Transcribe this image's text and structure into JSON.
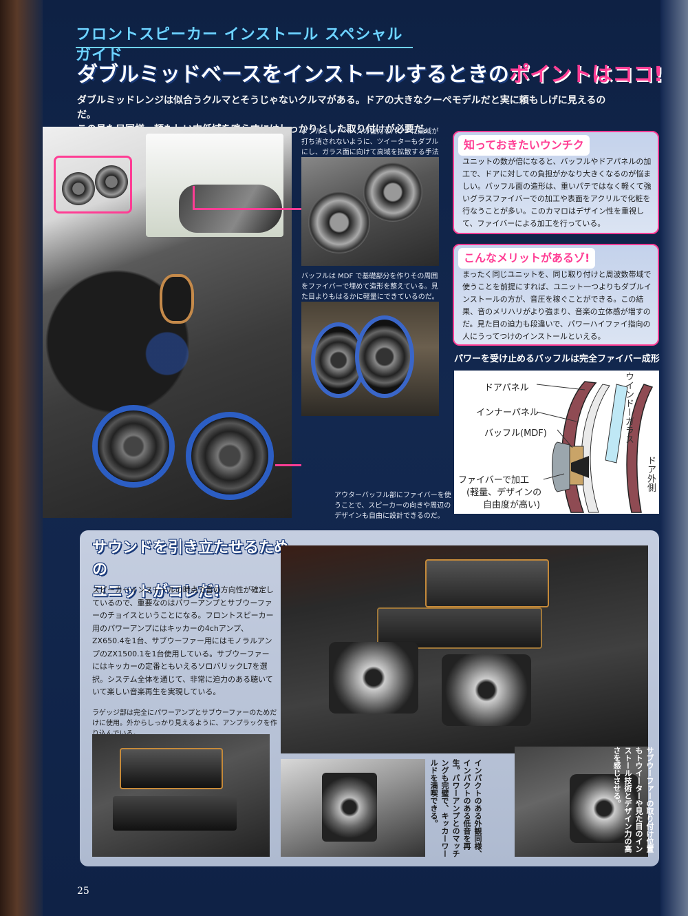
{
  "series_title": "フロントスピーカー インストール スペシャルガイド",
  "headline": {
    "main": "ダブルミッドベースをインストールするときの",
    "accent": "ポイントはココ!"
  },
  "lead": [
    "ダブルミッドレンジは似合うクルマとそうじゃないクルマがある。ドアの大きなクーペモデルだと実に頼もしげに見えるのだ。",
    "この見た目同様、頼もしい中低域を鳴らすにはしっかりとした取り付けが必要だ。"
  ],
  "captions": {
    "tweeter": "ダブルミッドベースの強力なパワーに高域が打ち消されないように、ツイーターもダブルにし、ガラス面に向けて高域を拡散する手法をとる。",
    "baffle": "バッフルは MDF で基礎部分を作りその周囲をファイバーで埋めて造形を整えている。見た目よりもはるかに軽量にできているのだ。",
    "outer_baffle": "アウターバッフル部にファイバーを使うことで、スピーカーの向きや周辺のデザインも自由に設計できるのだ。"
  },
  "box1": {
    "title": "知っておきたいウンチク",
    "body": "ユニットの数が倍になると、バッフルやドアパネルの加工で、ドアに対しての負担がかなり大きくなるのが悩ましい。バッフル面の造形は、重いパテではなく軽くて強いグラスファイバーでの加工や表面をアクリルで化粧を行なうことが多い。このカマロはデザイン性を重視して、ファイバーによる加工を行っている。"
  },
  "box2": {
    "title": "こんなメリットがあるゾ!",
    "body": "まったく同じユニットを、同じ取り付けと周波数帯域で使うことを前提にすれば、ユニット一つよりもダブルインストールの方が、音圧を稼ぐことができる。この結果、音のメリハリがより強まり、音楽の立体感が増すのだ。見た目の迫力も段違いで、パワーハイファイ指向の人にうってつけのインストールといえる。"
  },
  "diagram": {
    "title": "パワーを受け止めるバッフルは完全ファイバー成形!",
    "door_panel": "ドアパネル",
    "inner_panel": "インナーパネル",
    "baffle_mdf": "バッフル(MDF)",
    "fiber": "ファイバーで加工",
    "fiber_note1": "(軽量、デザインの",
    "fiber_note2": "自由度が高い)",
    "window_glass": "ウインドーガラス",
    "door_outer": "ドア外側"
  },
  "panel": {
    "head1": "サウンドを引き立たせるための",
    "head2": "ユニットがコレだ!",
    "body": "スピーカーインストールの時点で音の方向性が確定しているので、重要なのはパワーアンプとサブウーファーのチョイスということになる。フロントスピーカー用のパワーアンプにはキッカーの4chアンプ、ZX650.4を1台、サブウーファー用にはモノラルアンプのZX1500.1を1台使用している。サブウーファーにはキッカーの定番ともいえるソロバリックL7を選択。システム全体を通じて、非常に迫力のある聴いていて楽しい音楽再生を実現している。",
    "luggage_caption": "ラゲッジ部は完全にパワーアンプとサブウーファーのためだけに使用。外からしっかり見えるように、アンプラックを作り込んでいる。",
    "vcap1": "インパクトのある外観同様、インパクトのある低音を再生。パワーアンプとのマッチングも完璧で、キッカーワールドを満喫できる。",
    "vcap2": "サブウーファーの取り付け位置もトウイーターや見た目のインストール技術とデザイン力の高さを感じさせる。"
  },
  "page_number": "25",
  "colors": {
    "accent_pink": "#ff3d94",
    "title_cyan": "#6fd3ff",
    "page_navy": "#13284f"
  }
}
